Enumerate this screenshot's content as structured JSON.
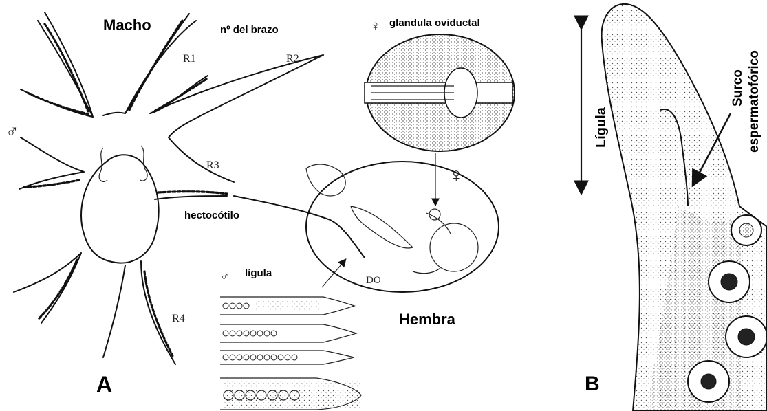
{
  "panel_a": {
    "letter": "A",
    "male_title": "Macho",
    "arm_number_label": "nº del brazo",
    "arm_labels": [
      "R1",
      "R2",
      "R3",
      "R4"
    ],
    "male_symbol": "♂",
    "hectocotylus_label": "hectocótilo",
    "ligula_symbol": "♂",
    "ligula_label": "lígula",
    "female_title": "Hembra",
    "female_symbol": "♀",
    "oviducal_symbol": "♀",
    "oviducal_label": "glandula oviductal",
    "do_label": "DO"
  },
  "panel_b": {
    "letter": "B",
    "ligula_label": "Lígula",
    "groove_label_line1": "Surco",
    "groove_label_line2": "espermatofórico"
  },
  "colors": {
    "ink": "#111111",
    "background": "#ffffff",
    "stipple": "#555555"
  }
}
